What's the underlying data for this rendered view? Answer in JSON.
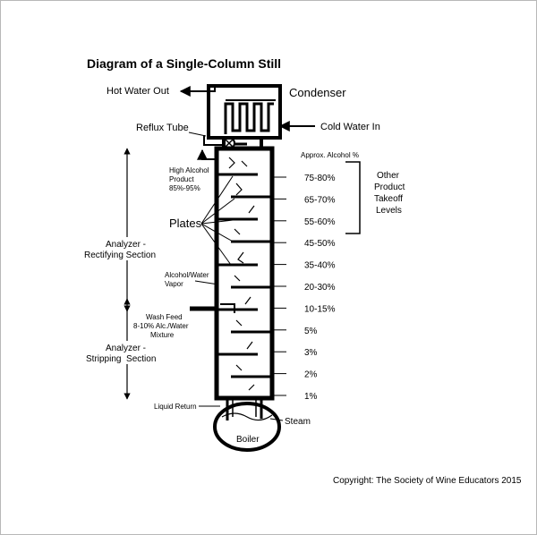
{
  "title": "Diagram of a Single-Column Still",
  "labels": {
    "condenser": "Condenser",
    "hot_water_out": "Hot Water Out",
    "cold_water_in": "Cold Water In",
    "reflux_tube": "Reflux Tube",
    "high_alcohol": [
      "High Alcohol",
      "Product",
      "85%-95%"
    ],
    "plates": "Plates",
    "analyzer_rectifying": [
      "Analyzer -",
      "Rectifying Section"
    ],
    "analyzer_stripping": [
      "Analyzer -",
      "Stripping  Section"
    ],
    "vapor": [
      "Alcohol/Water",
      "Vapor"
    ],
    "wash_feed": [
      "Wash Feed",
      "8-10% Alc./Water",
      "Mixture"
    ],
    "liquid_return": "Liquid Return",
    "steam": "Steam",
    "boiler": "Boiler",
    "approx_alcohol": "Approx. Alcohol %",
    "other_product": [
      "Other",
      "Product",
      "Takeoff",
      "Levels"
    ]
  },
  "alcohol_levels": [
    "75-80%",
    "65-70%",
    "55-60%",
    "45-50%",
    "35-40%",
    "20-30%",
    "10-15%",
    "5%",
    "3%",
    "2%",
    "1%"
  ],
  "copyright": "Copyright: The Society of Wine Educators 2015"
}
